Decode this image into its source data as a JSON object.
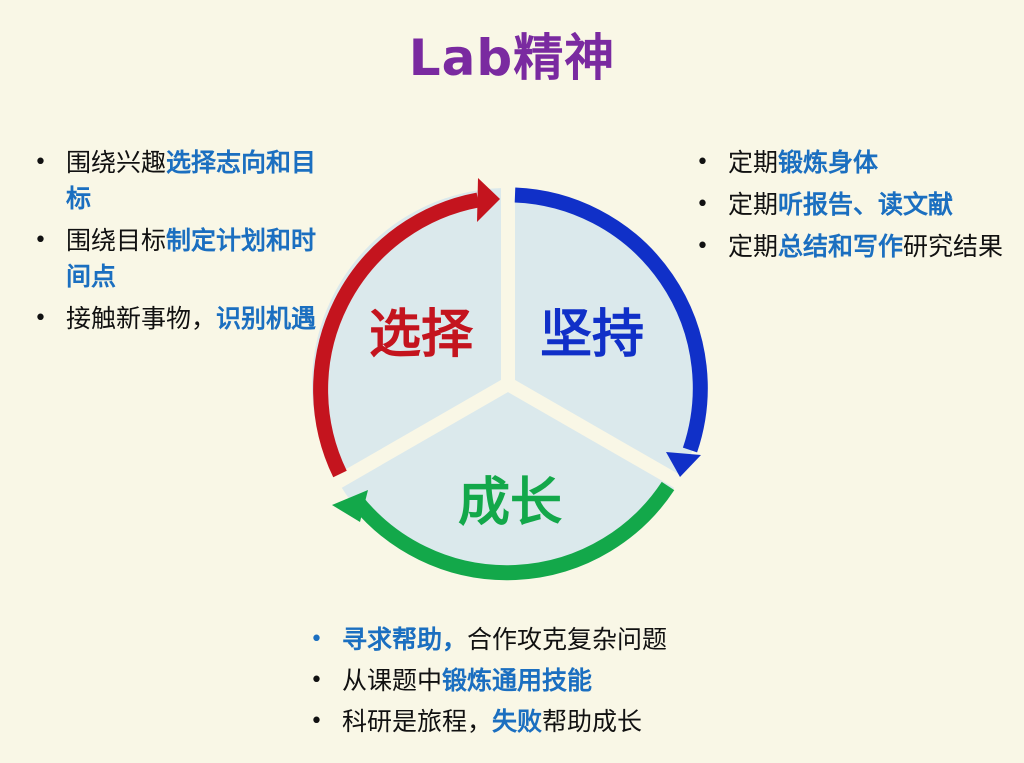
{
  "title": "Lab精神",
  "colors": {
    "title": "#7a2aa0",
    "highlight": "#1b6fc0",
    "red_arrow": "#c4141e",
    "blue_arrow": "#1030c8",
    "green_arrow": "#13a84a",
    "segment_fill": "#dbe9ec"
  },
  "segments": {
    "choose": "选择",
    "persist": "坚持",
    "grow": "成长"
  },
  "left_list": [
    {
      "plain": "围绕兴趣",
      "bold": "选择志向和目标",
      "tail": ""
    },
    {
      "plain": "围绕目标",
      "bold": "制定计划和时间点",
      "tail": ""
    },
    {
      "plain": "接触新事物，",
      "bold": "识别机遇",
      "tail": ""
    }
  ],
  "right_list": [
    {
      "plain": "定期",
      "bold": "锻炼身体",
      "tail": ""
    },
    {
      "plain": "定期",
      "bold": "听报告、读文献",
      "tail": ""
    },
    {
      "plain": "定期",
      "bold": "总结和写作",
      "tail": "研究结果"
    }
  ],
  "bottom_list": [
    {
      "plain": "",
      "bold": "寻求帮助，",
      "tail": "合作攻克复杂问题"
    },
    {
      "plain": "从课题中",
      "bold": "锻炼通用技能",
      "tail": ""
    },
    {
      "plain": "科研是旅程，",
      "bold": "失败",
      "tail": "帮助成长"
    }
  ]
}
